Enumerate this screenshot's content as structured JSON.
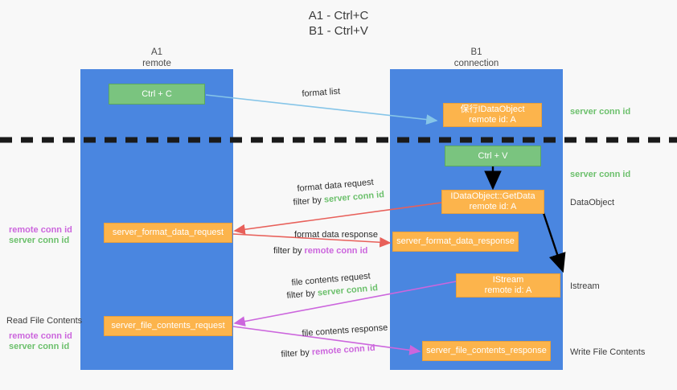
{
  "title": "A1 - Ctrl+C\nB1 - Ctrl+V",
  "columns": {
    "left": {
      "name": "A1",
      "sub": "remote",
      "header": "A1\nremote"
    },
    "right": {
      "name": "B1",
      "sub": "connection",
      "header": "B1\nconnection"
    }
  },
  "boxes": {
    "ctrl_c": "Ctrl + C",
    "ctrl_v": "Ctrl + V",
    "idataobject": "保行IDataObject\nremote id: A",
    "getdata": "IDataObject::GetData\nremote id: A",
    "istream": "IStream\nremote id: A",
    "format_data_request": "server_format_data_request",
    "format_data_response": "server_format_data_response",
    "file_contents_request": "server_file_contents_request",
    "file_contents_response": "server_file_contents_response"
  },
  "annotations": {
    "format_list": "format list",
    "format_data_request": "format data request",
    "format_data_request_filter_prefix": "filter by ",
    "format_data_request_filter_value": "server conn id",
    "format_data_response": "format data response",
    "format_data_response_filter_prefix": "filter by ",
    "format_data_response_filter_value": "remote conn id",
    "file_contents_request": "file contents request",
    "file_contents_request_filter_prefix": "filter by ",
    "file_contents_request_filter_value": "server conn id",
    "file_contents_response": "file contents response",
    "file_contents_response_filter_prefix": "filter by ",
    "file_contents_response_filter_value": "remote conn id"
  },
  "side_labels": {
    "right_server_conn_id_top": "server conn id",
    "right_server_conn_id_mid": "server conn id",
    "right_dataobject": "DataObject",
    "right_istream": "Istream",
    "right_write_file_contents": "Write File Contents",
    "left_remote_conn_id_mid": "remote conn id",
    "left_server_conn_id_mid": "server conn id",
    "left_read_file_contents": "Read File Contents",
    "left_remote_conn_id_bottom": "remote conn id",
    "left_server_conn_id_bottom": "server conn id"
  },
  "colors": {
    "lane": "#4a86e0",
    "green_box": "#7ac47f",
    "orange_box": "#fcb44c",
    "green_text": "#6cc06c",
    "purple_text": "#cc66dd",
    "arrow_blue": "#86c5e8",
    "arrow_red": "#e8605a",
    "arrow_purple": "#cc66dd",
    "arrow_black": "#000000",
    "background": "#f8f8f8"
  }
}
